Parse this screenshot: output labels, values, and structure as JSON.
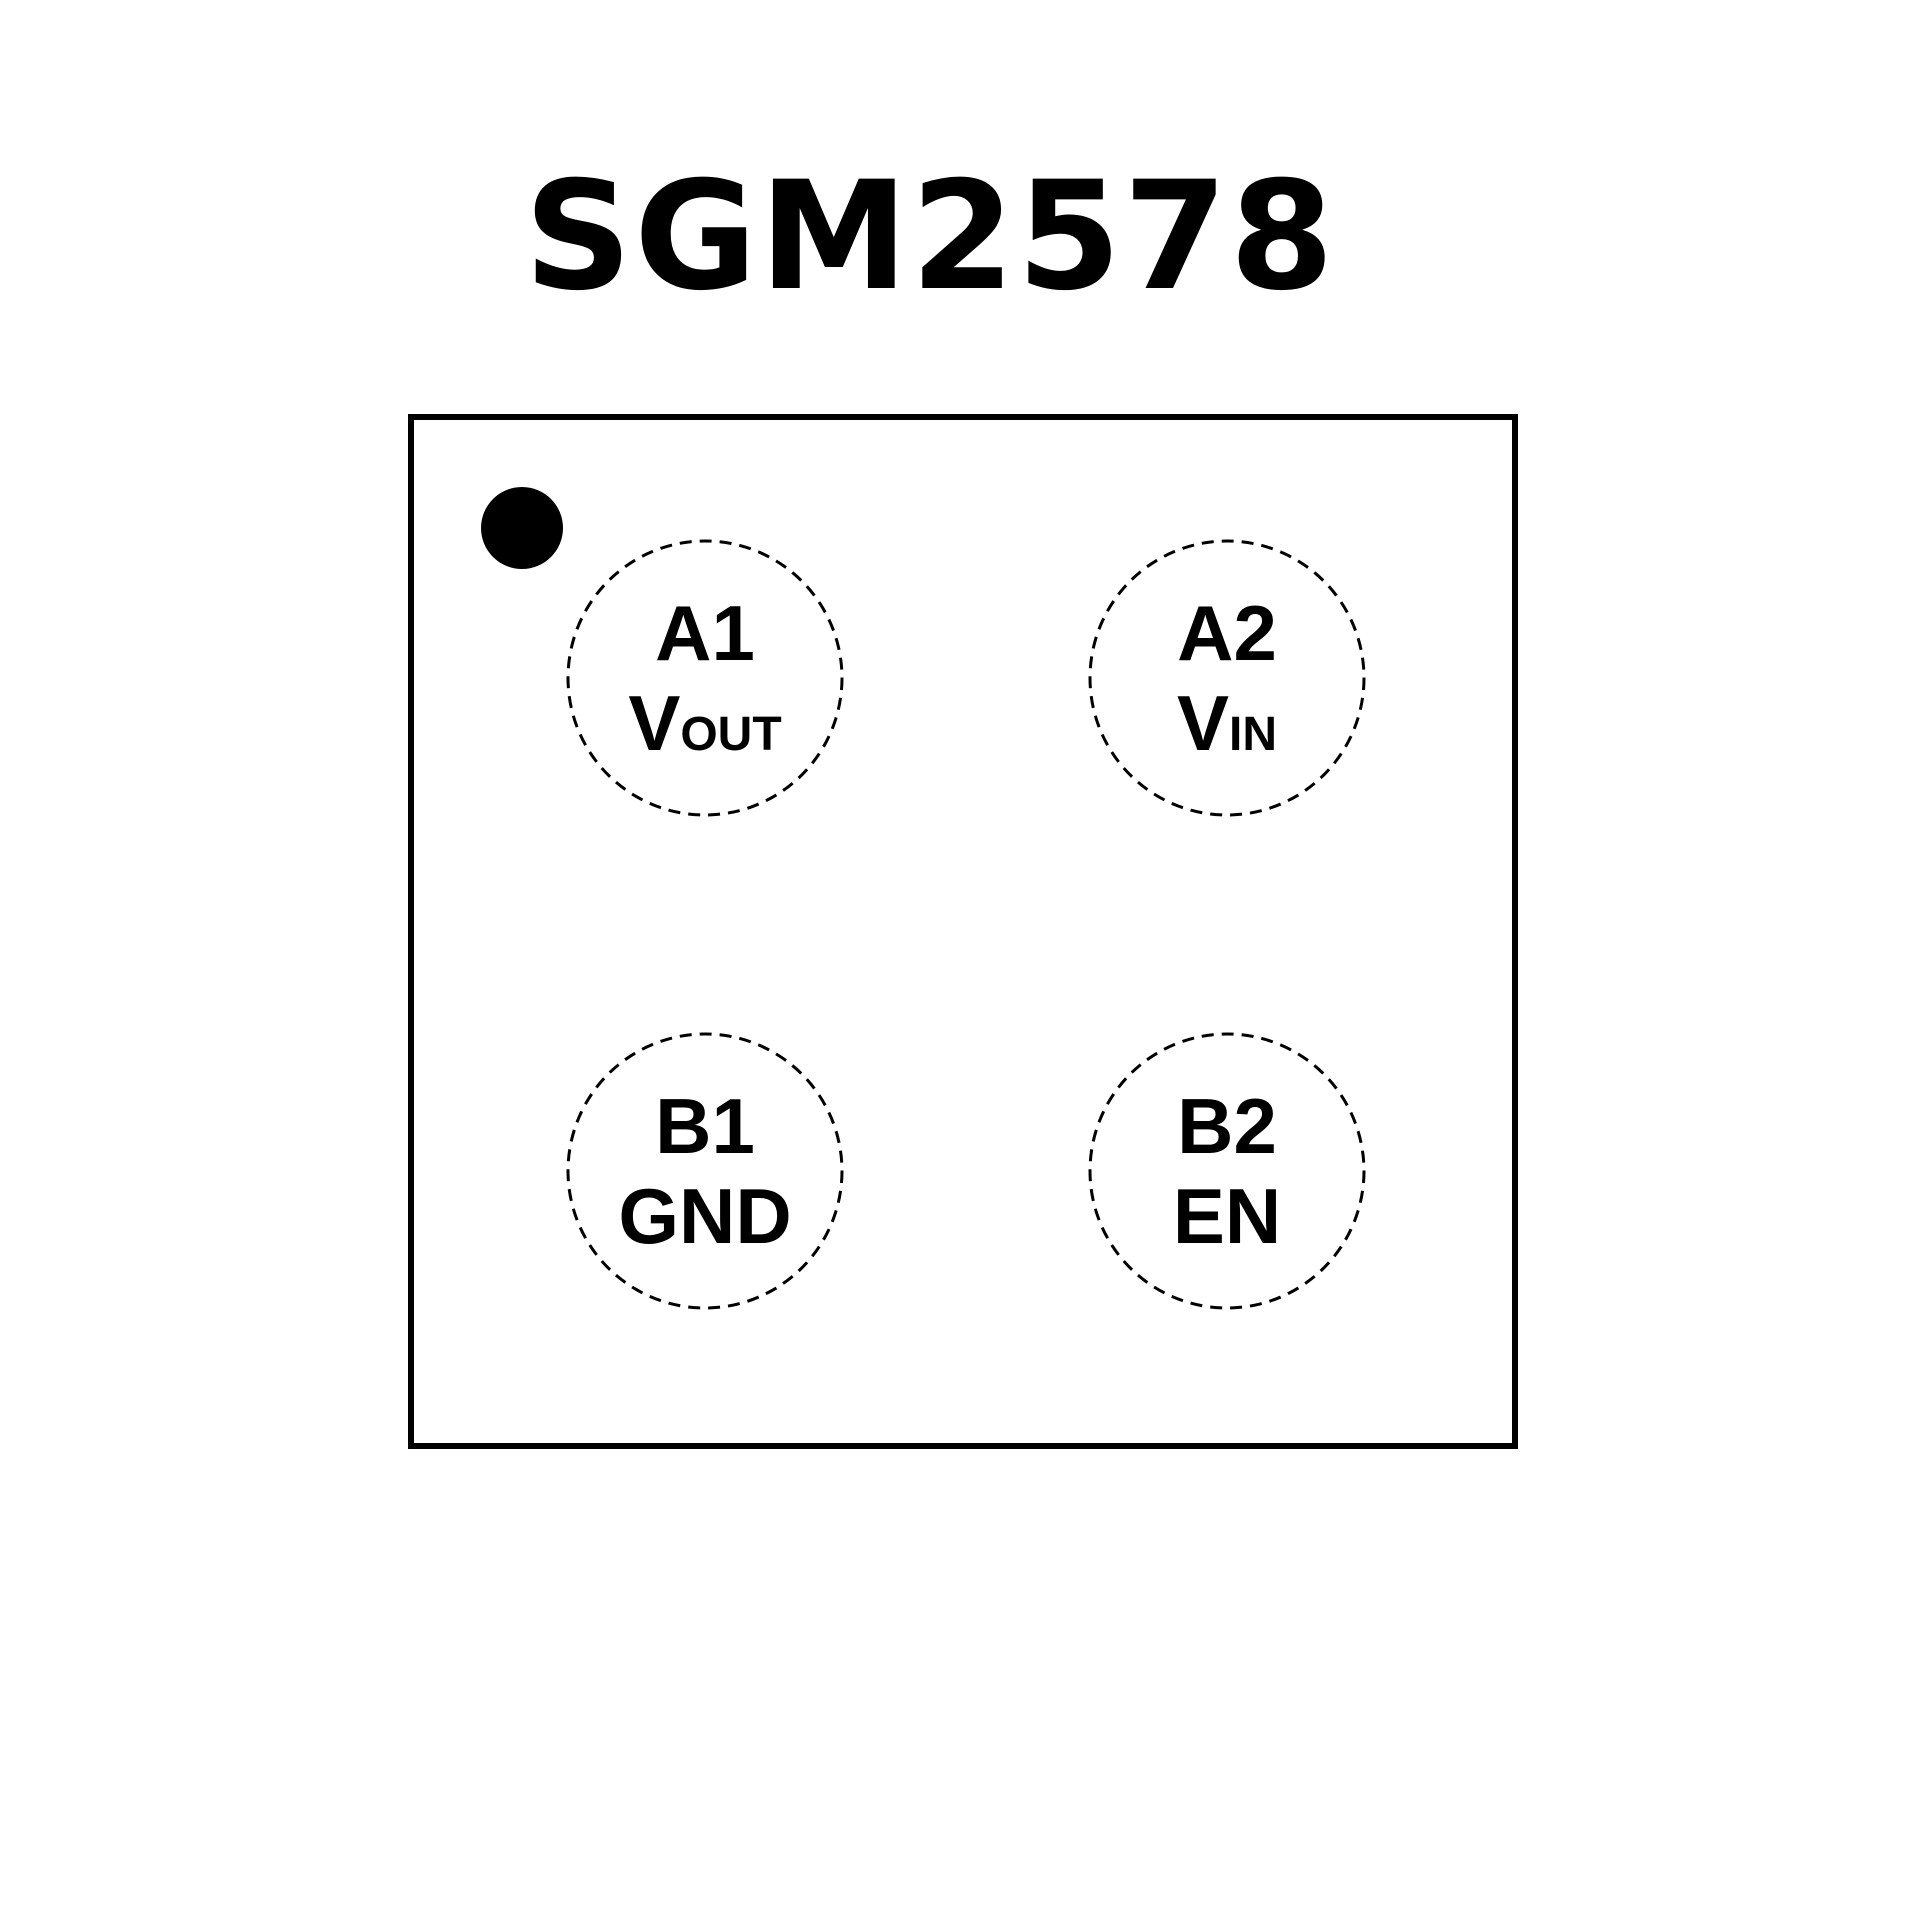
{
  "title": "SGM2578",
  "pins": [
    {
      "id": "A1",
      "name": "V",
      "sub": "OUT"
    },
    {
      "id": "A2",
      "name": "V",
      "sub": "IN"
    },
    {
      "id": "B1",
      "name": "GND",
      "sub": ""
    },
    {
      "id": "B2",
      "name": "EN",
      "sub": ""
    }
  ]
}
